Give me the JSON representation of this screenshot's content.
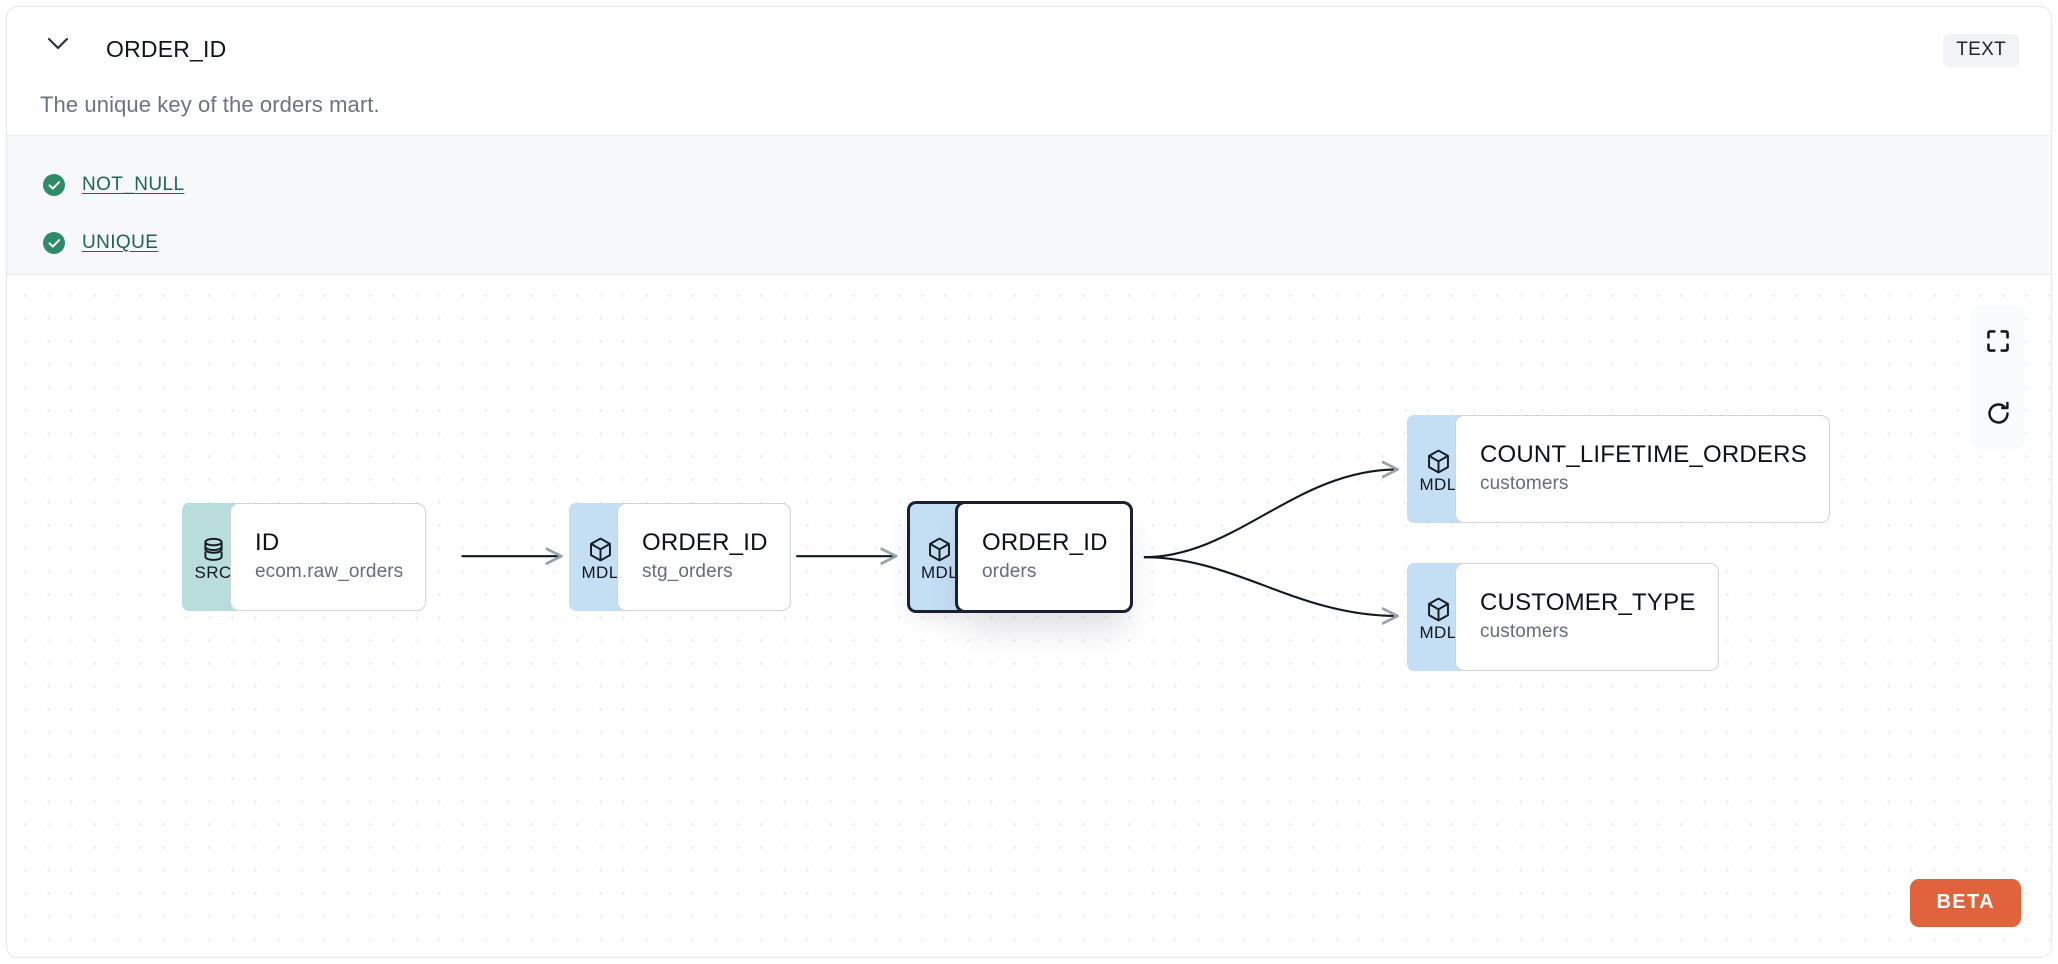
{
  "header": {
    "chevron_icon": "chevron-down-icon",
    "column_name": "ORDER_ID",
    "type_badge": "TEXT"
  },
  "description": "The unique key of the orders mart.",
  "tests": {
    "items": [
      {
        "status_icon": "check-circle-icon",
        "label": "NOT_NULL",
        "status": "passing"
      },
      {
        "status_icon": "check-circle-icon",
        "label": "UNIQUE",
        "status": "passing"
      }
    ]
  },
  "lineage": {
    "nodes": [
      {
        "id": "src-id",
        "badge": "SRC",
        "badge_icon": "database-icon",
        "name": "ID",
        "sub": "ecom.raw_orders",
        "selected": false
      },
      {
        "id": "mdl-stg-order-id",
        "badge": "MDL",
        "badge_icon": "cube-icon",
        "name": "ORDER_ID",
        "sub": "stg_orders",
        "selected": false
      },
      {
        "id": "mdl-orders-order-id",
        "badge": "MDL",
        "badge_icon": "cube-icon",
        "name": "ORDER_ID",
        "sub": "orders",
        "selected": true
      },
      {
        "id": "mdl-count-lifetime",
        "badge": "MDL",
        "badge_icon": "cube-icon",
        "name": "COUNT_LIFETIME_ORDERS",
        "sub": "customers",
        "selected": false
      },
      {
        "id": "mdl-customer-type",
        "badge": "MDL",
        "badge_icon": "cube-icon",
        "name": "CUSTOMER_TYPE",
        "sub": "customers",
        "selected": false
      }
    ],
    "controls": [
      {
        "id": "fit-view",
        "icon": "fit-view-icon"
      },
      {
        "id": "refresh",
        "icon": "refresh-icon"
      }
    ],
    "beta_label": "BETA"
  },
  "colors": {
    "src_badge": "#b9dddc",
    "mdl_badge": "#c4dff4",
    "test_pass": "#2e8b6a",
    "test_link": "#1f6257",
    "beta": "#e0633c",
    "selected_border": "#1a2030"
  }
}
